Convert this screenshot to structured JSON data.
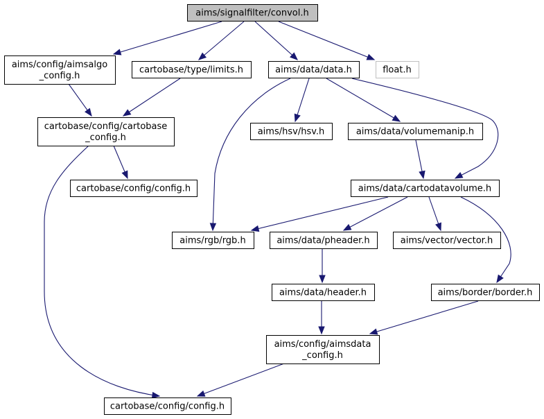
{
  "title": "aims/signalfilter/convol.h",
  "colors": {
    "edge": "#191970",
    "root_fill": "#bfbfbf",
    "node_border": "#000000",
    "external_border": "#bfbfbf"
  },
  "nodes": {
    "n_convol": [
      "aims/signalfilter/convol.h"
    ],
    "n_aimsalgo_config": [
      "aims/config/aimsalgo",
      "_config.h"
    ],
    "n_limits": [
      "cartobase/type/limits.h"
    ],
    "n_data": [
      "aims/data/data.h"
    ],
    "n_float": [
      "float.h"
    ],
    "n_cartobase_config": [
      "cartobase/config/cartobase",
      "_config.h"
    ],
    "n_hsv": [
      "aims/hsv/hsv.h"
    ],
    "n_volumemanip": [
      "aims/data/volumemanip.h"
    ],
    "n_config_mid": [
      "cartobase/config/config.h"
    ],
    "n_cartodatavolume": [
      "aims/data/cartodatavolume.h"
    ],
    "n_rgb": [
      "aims/rgb/rgb.h"
    ],
    "n_pheader": [
      "aims/data/pheader.h"
    ],
    "n_vector": [
      "aims/vector/vector.h"
    ],
    "n_header": [
      "aims/data/header.h"
    ],
    "n_border": [
      "aims/border/border.h"
    ],
    "n_aimsdata_config": [
      "aims/config/aimsdata",
      "_config.h"
    ],
    "n_config_bottom": [
      "cartobase/config/config.h"
    ]
  },
  "edges": [
    [
      "n_convol",
      "n_aimsalgo_config"
    ],
    [
      "n_convol",
      "n_limits"
    ],
    [
      "n_convol",
      "n_data"
    ],
    [
      "n_convol",
      "n_float"
    ],
    [
      "n_aimsalgo_config",
      "n_cartobase_config"
    ],
    [
      "n_limits",
      "n_cartobase_config"
    ],
    [
      "n_cartobase_config",
      "n_config_mid"
    ],
    [
      "n_cartobase_config",
      "n_config_bottom"
    ],
    [
      "n_data",
      "n_rgb"
    ],
    [
      "n_data",
      "n_hsv"
    ],
    [
      "n_data",
      "n_volumemanip"
    ],
    [
      "n_data",
      "n_cartodatavolume"
    ],
    [
      "n_volumemanip",
      "n_cartodatavolume"
    ],
    [
      "n_cartodatavolume",
      "n_rgb"
    ],
    [
      "n_cartodatavolume",
      "n_pheader"
    ],
    [
      "n_cartodatavolume",
      "n_vector"
    ],
    [
      "n_cartodatavolume",
      "n_border"
    ],
    [
      "n_pheader",
      "n_header"
    ],
    [
      "n_header",
      "n_aimsdata_config"
    ],
    [
      "n_border",
      "n_aimsdata_config"
    ],
    [
      "n_aimsdata_config",
      "n_config_bottom"
    ]
  ]
}
